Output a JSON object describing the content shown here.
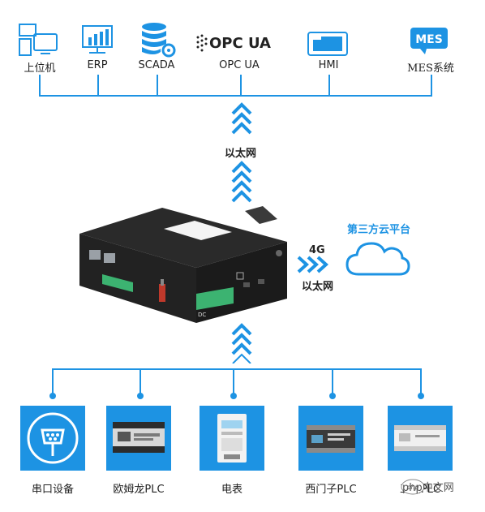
{
  "top_nodes": [
    {
      "label": "上位机",
      "icon": "computer-icon"
    },
    {
      "label": "ERP",
      "icon": "bar-chart-icon"
    },
    {
      "label": "SCADA",
      "icon": "database-gear-icon"
    },
    {
      "label": "OPC UA",
      "icon": "opc-ua-logo-icon",
      "logo_text": "OPC UA"
    },
    {
      "label": "HMI",
      "icon": "hmi-screen-icon"
    },
    {
      "label": "MES系统",
      "icon": "mes-icon",
      "icon_text": "MES"
    }
  ],
  "upper_link_label": "以太网",
  "gateway_device": {
    "connector_label": "DC"
  },
  "side_link": {
    "line1": "4G",
    "line2": "以太网"
  },
  "cloud": {
    "label": "第三方云平台"
  },
  "bottom_nodes": [
    {
      "label": "串口设备",
      "icon": "serial-port-icon"
    },
    {
      "label": "欧姆龙PLC",
      "icon": "omron-plc-icon"
    },
    {
      "label": "电表",
      "icon": "electric-meter-icon"
    },
    {
      "label": "西门子PLC",
      "icon": "siemens-plc-icon"
    },
    {
      "label": "三菱PLC",
      "icon": "mitsubishi-plc-icon"
    }
  ],
  "watermark": {
    "text": "php中文网"
  },
  "colors": {
    "accent": "#1d93e3",
    "arrow": "#1d93e3",
    "device": "#1b1b1b",
    "terminal": "#3cb371"
  }
}
